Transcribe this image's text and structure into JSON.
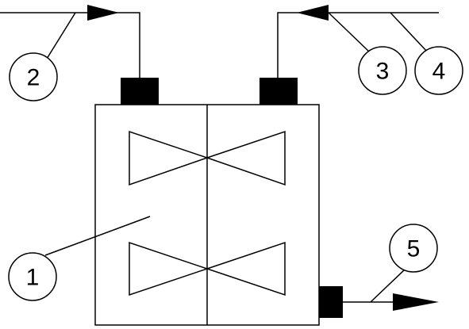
{
  "diagram": {
    "callouts": [
      {
        "id": "1",
        "label": "1"
      },
      {
        "id": "2",
        "label": "2"
      },
      {
        "id": "3",
        "label": "3"
      },
      {
        "id": "4",
        "label": "4"
      },
      {
        "id": "5",
        "label": "5"
      }
    ],
    "colors": {
      "stroke": "#000000",
      "fill": "#000000",
      "background": "#ffffff"
    }
  }
}
